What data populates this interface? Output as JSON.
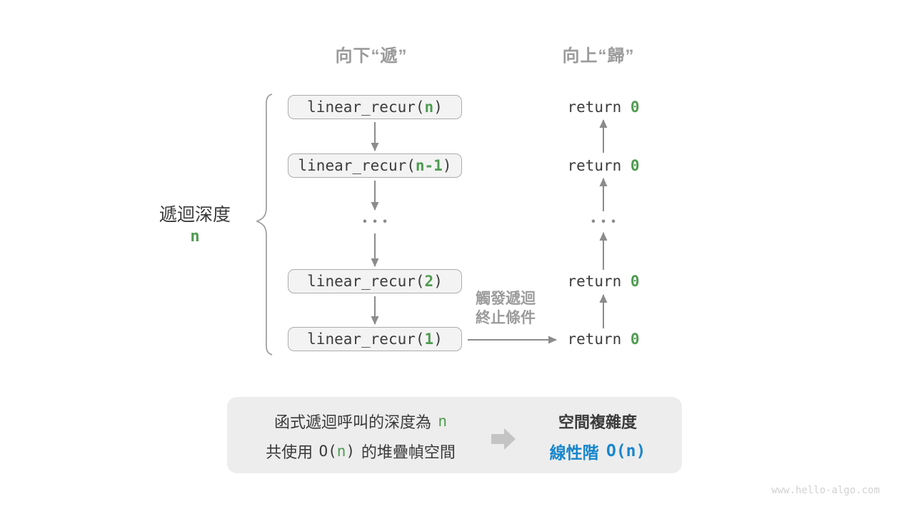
{
  "colors": {
    "green": "#4e9b50",
    "blue": "#1786cd",
    "label_gray": "#9b9b9b",
    "arrow_gray": "#8c8c8c",
    "code_text": "#3c3c3c",
    "box_bg": "#f3f3f3",
    "summary_bg": "#ededed"
  },
  "headers": {
    "descend": "向下“遞”",
    "ascend": "向上“歸”"
  },
  "depth_brace": {
    "label": "遞迴深度",
    "value": "n"
  },
  "call_stack": {
    "calls": [
      {
        "pre": "linear_recur(",
        "arg": "n",
        "post": ")"
      },
      {
        "pre": "linear_recur(",
        "arg": "n-1",
        "post": ")"
      },
      {
        "pre": "linear_recur(",
        "arg": "2",
        "post": ")"
      },
      {
        "pre": "linear_recur(",
        "arg": "1",
        "post": ")"
      }
    ],
    "ellipsis": "• • •"
  },
  "returns": {
    "items": [
      {
        "kw": "return",
        "val": "0"
      },
      {
        "kw": "return",
        "val": "0"
      },
      {
        "kw": "return",
        "val": "0"
      },
      {
        "kw": "return",
        "val": "0"
      }
    ],
    "ellipsis": "• • •"
  },
  "base_case": {
    "line1": "觸發遞迴",
    "line2": "終止條件"
  },
  "summary": {
    "left": {
      "line1": {
        "text": "函式遞迴呼叫的深度為",
        "var": "n"
      },
      "line2": {
        "pre": "共使用",
        "code_open": "O(",
        "var": "n",
        "code_close": ")",
        "post": "的堆疊幀空間"
      }
    },
    "right": {
      "title": "空間複雜度",
      "value_zh": "線性階",
      "value_code": "O(n)"
    }
  },
  "watermark": "www.hello-algo.com"
}
